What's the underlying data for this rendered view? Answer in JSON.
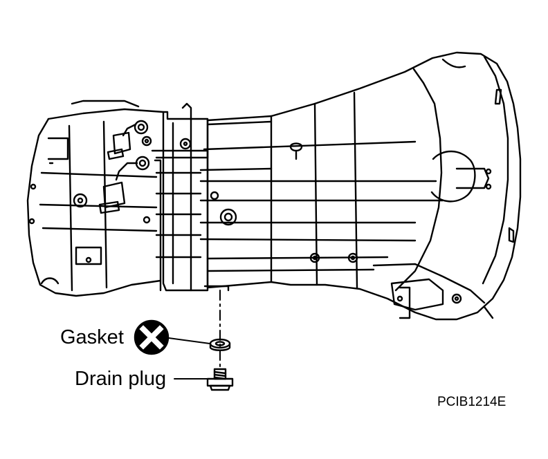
{
  "labels": {
    "gasket": "Gasket",
    "drain_plug": "Drain plug",
    "figure_code": "PCIB1214E"
  },
  "icons": {
    "gasket_symbol": "replace-do-not-reuse-icon"
  },
  "colors": {
    "line": "#000000",
    "background": "#ffffff"
  }
}
